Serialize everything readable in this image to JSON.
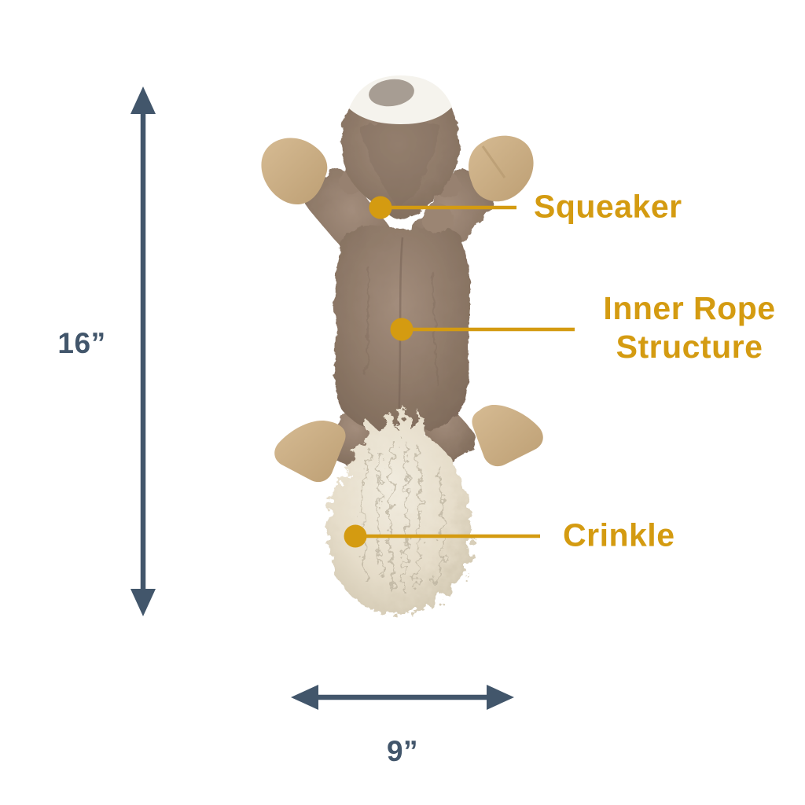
{
  "canvas": {
    "background": "#ffffff"
  },
  "colors": {
    "callout_accent": "#D49B11",
    "measurement": "#42566B",
    "toy_brown": "#8E7968",
    "toy_paw_tan": "#CBAE83",
    "toy_tail_cream": "#E9E2D0",
    "toy_crown_white": "#F5F3ED",
    "toy_nose_gray": "#A79D93"
  },
  "measurements": {
    "height_label": "16”",
    "width_label": "9”"
  },
  "callouts": {
    "squeaker": {
      "label": "Squeaker"
    },
    "inner_rope": {
      "line1": "Inner Rope",
      "line2": "Structure"
    },
    "crinkle": {
      "label": "Crinkle"
    }
  }
}
